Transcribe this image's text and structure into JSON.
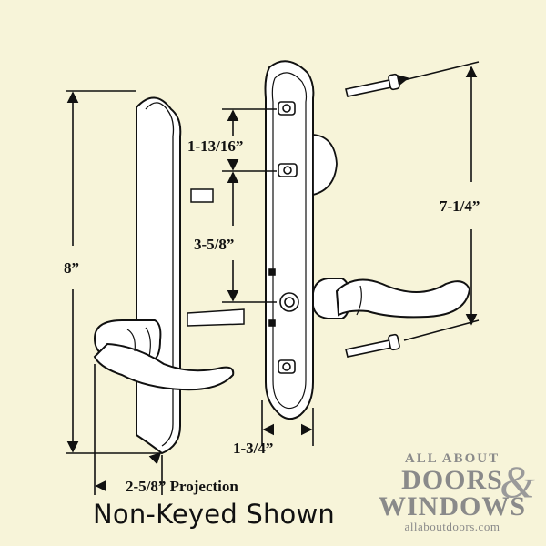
{
  "dimensions": {
    "overall_height": "8”",
    "screw_spacing": "7-1/4”",
    "upper_spacing": "1-13/16”",
    "middle_spacing": "3-5/8”",
    "plate_width": "1-3/4”",
    "projection": "2-5/8” Projection"
  },
  "caption": "Non-Keyed Shown",
  "logo": {
    "line1": "ALL ABOUT",
    "line2": "DOORS",
    "ampersand": "&",
    "line3": "WINDOWS",
    "url": "allaboutdoors.com"
  }
}
